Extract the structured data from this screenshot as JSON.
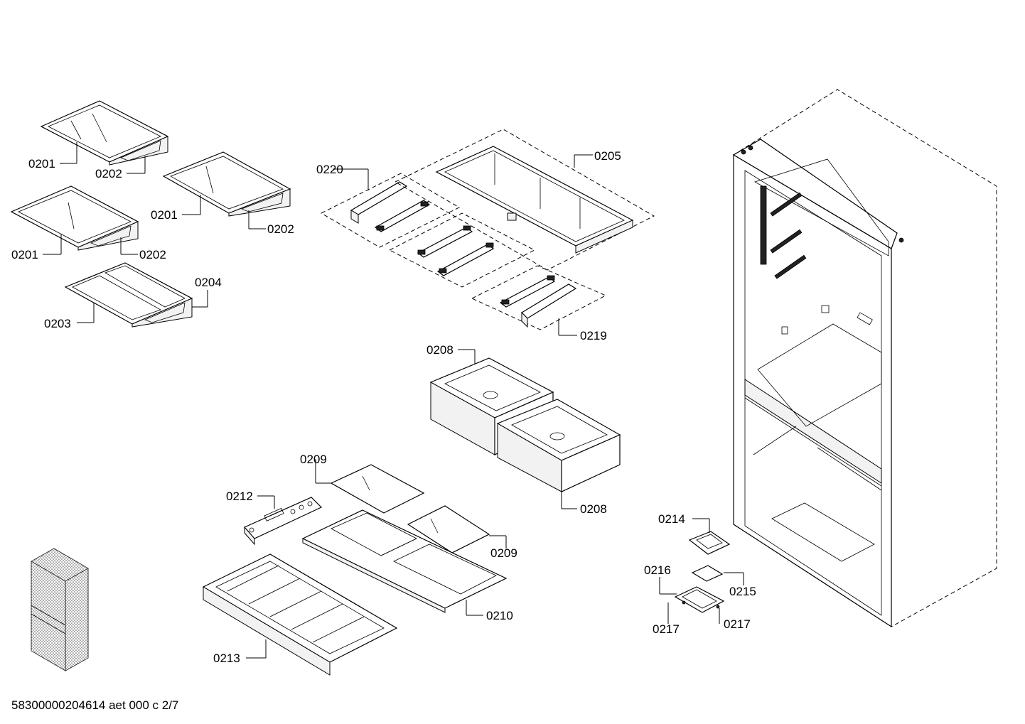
{
  "footer": {
    "document_id": "58300000204614 aet 000 c 2/7"
  },
  "labels": {
    "p0201a": "0201",
    "p0202a": "0202",
    "p0201b": "0201",
    "p0202b": "0202",
    "p0201c": "0201",
    "p0202c": "0202",
    "p0203": "0203",
    "p0204": "0204",
    "p0220": "0220",
    "p0205": "0205",
    "p0219": "0219",
    "p0208a": "0208",
    "p0208b": "0208",
    "p0209a": "0209",
    "p0209b": "0209",
    "p0212": "0212",
    "p0210": "0210",
    "p0213": "0213",
    "p0214": "0214",
    "p0216": "0216",
    "p0215": "0215",
    "p0217a": "0217",
    "p0217b": "0217"
  }
}
